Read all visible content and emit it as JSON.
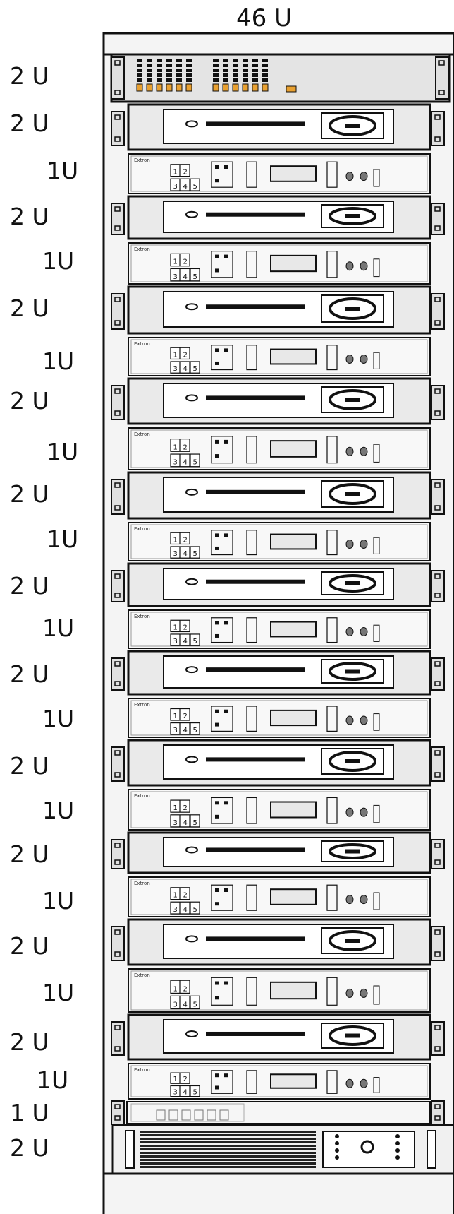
{
  "rack": {
    "total_label": "46 U",
    "brand_label": "Extron",
    "units": [
      {
        "label": "2 U",
        "type": "patch-panel"
      },
      {
        "label": "2 U",
        "type": "cd-player"
      },
      {
        "label": "1U",
        "type": "audio-switcher"
      },
      {
        "label": "2 U",
        "type": "cd-player"
      },
      {
        "label": "1U",
        "type": "audio-switcher"
      },
      {
        "label": "2 U",
        "type": "cd-player"
      },
      {
        "label": "1U",
        "type": "audio-switcher"
      },
      {
        "label": "2 U",
        "type": "cd-player"
      },
      {
        "label": "1U",
        "type": "audio-switcher"
      },
      {
        "label": "2 U",
        "type": "cd-player"
      },
      {
        "label": "1U",
        "type": "audio-switcher"
      },
      {
        "label": "2 U",
        "type": "cd-player"
      },
      {
        "label": "1U",
        "type": "audio-switcher"
      },
      {
        "label": "2 U",
        "type": "cd-player"
      },
      {
        "label": "1U",
        "type": "audio-switcher"
      },
      {
        "label": "2 U",
        "type": "cd-player"
      },
      {
        "label": "1U",
        "type": "audio-switcher"
      },
      {
        "label": "2 U",
        "type": "cd-player"
      },
      {
        "label": "1U",
        "type": "audio-switcher"
      },
      {
        "label": "2 U",
        "type": "cd-player"
      },
      {
        "label": "1U",
        "type": "audio-switcher"
      },
      {
        "label": "2 U",
        "type": "cd-player"
      },
      {
        "label": "1U",
        "type": "audio-switcher"
      },
      {
        "label": "1 U",
        "type": "control-unit"
      },
      {
        "label": "2 U",
        "type": "amplifier"
      }
    ]
  },
  "switcher": {
    "input_digits_top": [
      "1",
      "2"
    ],
    "input_digits_bottom": [
      "3",
      "4",
      "5"
    ]
  },
  "colors": {
    "outline": "#111111",
    "rack_fill": "#f4f4f4",
    "panel_fill": "#eaeaea",
    "patch_connector": "#e8a030"
  }
}
